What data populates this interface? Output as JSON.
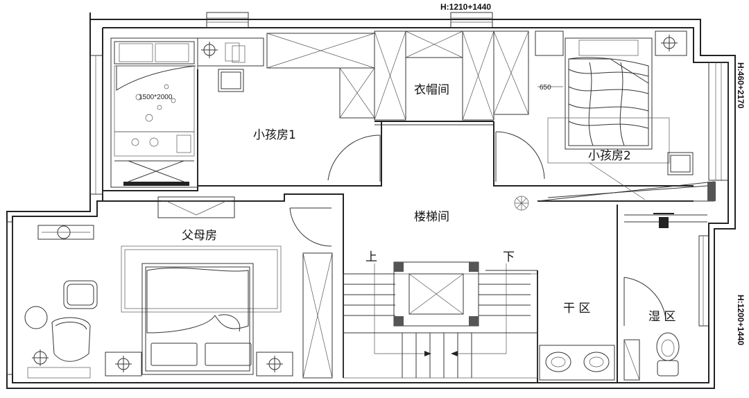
{
  "plan": {
    "rooms": {
      "kids_room_1": "小孩房1",
      "kids_room_2": "小孩房2",
      "cloakroom": "衣帽间",
      "parents_room": "父母房",
      "stairwell": "楼梯间",
      "dry_zone": "干 区",
      "wet_zone": "湿 区"
    },
    "stairs": {
      "up": "上",
      "down": "下"
    },
    "dimensions": {
      "top_window": "H:1210+1440",
      "right_upper_window": "H:460+2170",
      "right_lower_window": "H:1200+1440",
      "bed_size": "1500*2000",
      "offset": "650"
    }
  }
}
